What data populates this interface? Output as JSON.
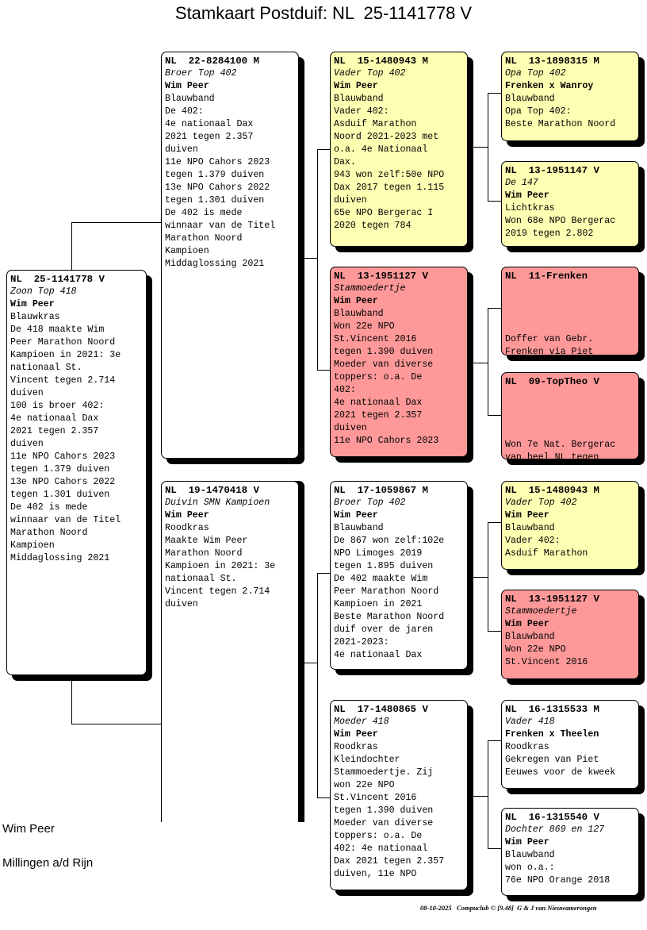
{
  "title": "Stamkaart Postduif: NL  25-1141778 V",
  "owner": {
    "name": "Wim Peer",
    "place": "Millingen a/d Rijn"
  },
  "footer": "08-10-2025   Compuclub © [9.48]  G & J van Nieuwamerongen",
  "colors": {
    "yellow": "#ffffb3",
    "red": "#ff9999",
    "white": "#ffffff"
  },
  "boxes": [
    {
      "id": "subject",
      "color": "white",
      "lines": [
        "NL  25-1141778 V",
        "Zoon Top 418",
        "Wim Peer",
        "Blauwkras",
        "De 418 maakte Wim",
        "Peer Marathon Noord",
        "Kampioen in 2021: 3e",
        "nationaal St.",
        "Vincent tegen 2.714",
        "duiven",
        "100 is broer 402:",
        "4e nationaal Dax",
        "2021 tegen 2.357",
        "duiven",
        "11e NPO Cahors 2023",
        "tegen 1.379 duiven",
        "13e NPO Cahors 2022",
        "tegen 1.301 duiven",
        "De 402 is mede",
        "winnaar van de Titel",
        "Marathon Noord",
        "Kampioen",
        "Middaglossing 2021"
      ]
    },
    {
      "id": "father",
      "color": "white",
      "lines": [
        "NL  22-8284100 M",
        "Broer Top 402",
        "Wim Peer",
        "Blauwband",
        "De 402:",
        "4e nationaal Dax",
        "2021 tegen 2.357",
        "duiven",
        "11e NPO Cahors 2023",
        "tegen 1.379 duiven",
        "13e NPO Cahors 2022",
        "tegen 1.301 duiven",
        "De 402 is mede",
        "winnaar van de Titel",
        "Marathon Noord",
        "Kampioen",
        "Middaglossing 2021"
      ]
    },
    {
      "id": "mother",
      "color": "white",
      "lines": [
        "NL  19-1470418 V",
        "Duivin SMN Kampioen",
        "Wim Peer",
        "Roodkras",
        "Maakte Wim Peer",
        "Marathon Noord",
        "Kampioen in 2021: 3e",
        "nationaal St.",
        "Vincent tegen 2.714",
        "duiven"
      ]
    },
    {
      "id": "ff",
      "color": "yellow",
      "lines": [
        "NL  15-1480943 M",
        "Vader Top 402",
        "Wim Peer",
        "Blauwband",
        "Vader 402:",
        "Asduif Marathon",
        "Noord 2021-2023 met",
        "o.a. 4e Nationaal",
        "Dax.",
        "943 won zelf:50e NPO",
        "Dax 2017 tegen 1.115",
        "duiven",
        "65e NPO Bergerac I",
        "2020 tegen 784"
      ]
    },
    {
      "id": "fm",
      "color": "red",
      "lines": [
        "NL  13-1951127 V",
        "Stammoedertje",
        "Wim Peer",
        "Blauwband",
        "Won 22e NPO",
        "St.Vincent 2016",
        "tegen 1.390 duiven",
        "Moeder van diverse",
        "toppers: o.a. De",
        "402:",
        "4e nationaal Dax",
        "2021 tegen 2.357",
        "duiven",
        "11e NPO Cahors 2023"
      ]
    },
    {
      "id": "mf",
      "color": "white",
      "lines": [
        "NL  17-1059867 M",
        "Broer Top 402",
        "Wim Peer",
        "Blauwband",
        "De 867 won zelf:102e",
        "NPO Limoges 2019",
        "tegen 1.895 duiven",
        "De 402 maakte Wim",
        "Peer Marathon Noord",
        "Kampioen in 2021",
        "Beste Marathon Noord",
        "duif over de jaren",
        "2021-2023:",
        "4e nationaal Dax"
      ]
    },
    {
      "id": "mm",
      "color": "white",
      "lines": [
        "NL  17-1480865 V",
        "Moeder 418",
        "Wim Peer",
        "Roodkras",
        "Kleindochter",
        "Stammoedertje. Zij",
        "won 22e NPO",
        "St.Vincent 2016",
        "tegen 1.390 duiven",
        "Moeder van diverse",
        "toppers: o.a. De",
        "402: 4e nationaal",
        "Dax 2021 tegen 2.357",
        "duiven, 11e NPO"
      ]
    },
    {
      "id": "fff",
      "color": "yellow",
      "lines": [
        "NL  13-1898315 M",
        "Opa Top 402",
        "Frenken x Wanroy",
        "Blauwband",
        "Opa Top 402:",
        "Beste Marathon Noord"
      ]
    },
    {
      "id": "ffm",
      "color": "yellow",
      "lines": [
        "NL  13-1951147 V",
        "De 147",
        "Wim Peer",
        "Lichtkras",
        "Won 68e NPO Bergerac",
        "2019 tegen 2.802"
      ]
    },
    {
      "id": "fmf",
      "color": "red",
      "lines": [
        "NL  11-Frenken",
        "",
        "",
        "",
        "",
        "Doffer van Gebr.",
        "Frenken via Piet"
      ]
    },
    {
      "id": "fmm",
      "color": "red",
      "lines": [
        "NL  09-TopTheo V",
        "",
        "",
        "",
        "",
        "Won 7e Nat. Bergerac",
        "van heel NL tegen"
      ]
    },
    {
      "id": "mff",
      "color": "yellow",
      "lines": [
        "NL  15-1480943 M",
        "Vader Top 402",
        "Wim Peer",
        "Blauwband",
        "Vader 402:",
        "Asduif Marathon"
      ]
    },
    {
      "id": "mfm",
      "color": "red",
      "lines": [
        "NL  13-1951127 V",
        "Stammoedertje",
        "Wim Peer",
        "Blauwband",
        "Won 22e NPO",
        "St.Vincent 2016"
      ]
    },
    {
      "id": "mmf",
      "color": "white",
      "lines": [
        "NL  16-1315533 M",
        "Vader 418",
        "Frenken x Theelen",
        "Roodkras",
        "Gekregen van Piet",
        "Eeuwes voor de kweek"
      ]
    },
    {
      "id": "mmm",
      "color": "white",
      "lines": [
        "NL  16-1315540 V",
        "Dochter 869 en 127",
        "Wim Peer",
        "Blauwband",
        "won o.a.:",
        "76e NPO Orange 2018"
      ]
    }
  ]
}
